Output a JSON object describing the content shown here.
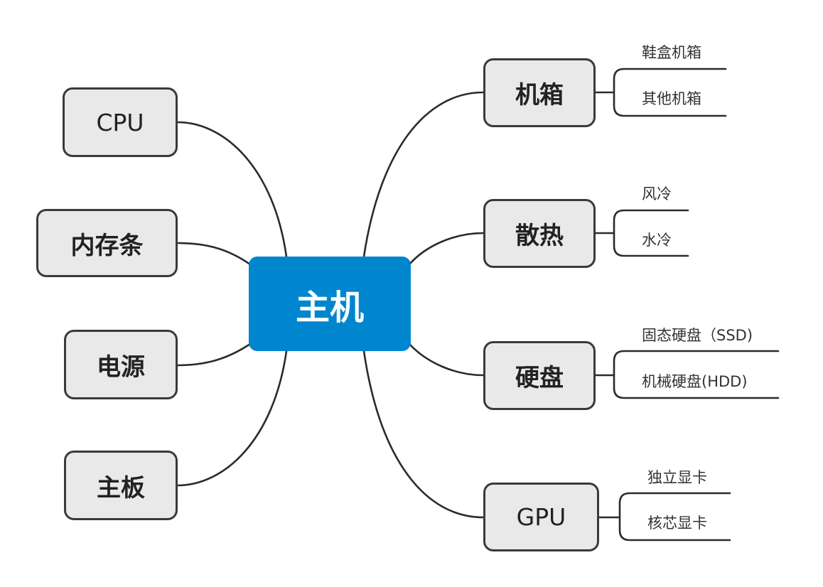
{
  "center": {
    "label": "主机"
  },
  "left_nodes": [
    {
      "label": "CPU"
    },
    {
      "label": "内存条"
    },
    {
      "label": "电源"
    },
    {
      "label": "主板"
    }
  ],
  "right_nodes": [
    {
      "label": "机箱",
      "children": [
        "鞋盒机箱",
        "其他机箱"
      ]
    },
    {
      "label": "散热",
      "children": [
        "风冷",
        "水冷"
      ]
    },
    {
      "label": "硬盘",
      "children": [
        "固态硬盘（SSD)",
        "机械硬盘(HDD)"
      ]
    },
    {
      "label": "GPU",
      "children": [
        "独立显卡",
        "核芯显卡"
      ]
    }
  ],
  "colors": {
    "center_fill": "#0086cf",
    "node_fill": "#e9e9e9",
    "node_border": "#3a3a3a",
    "line": "#2b2b2b"
  }
}
